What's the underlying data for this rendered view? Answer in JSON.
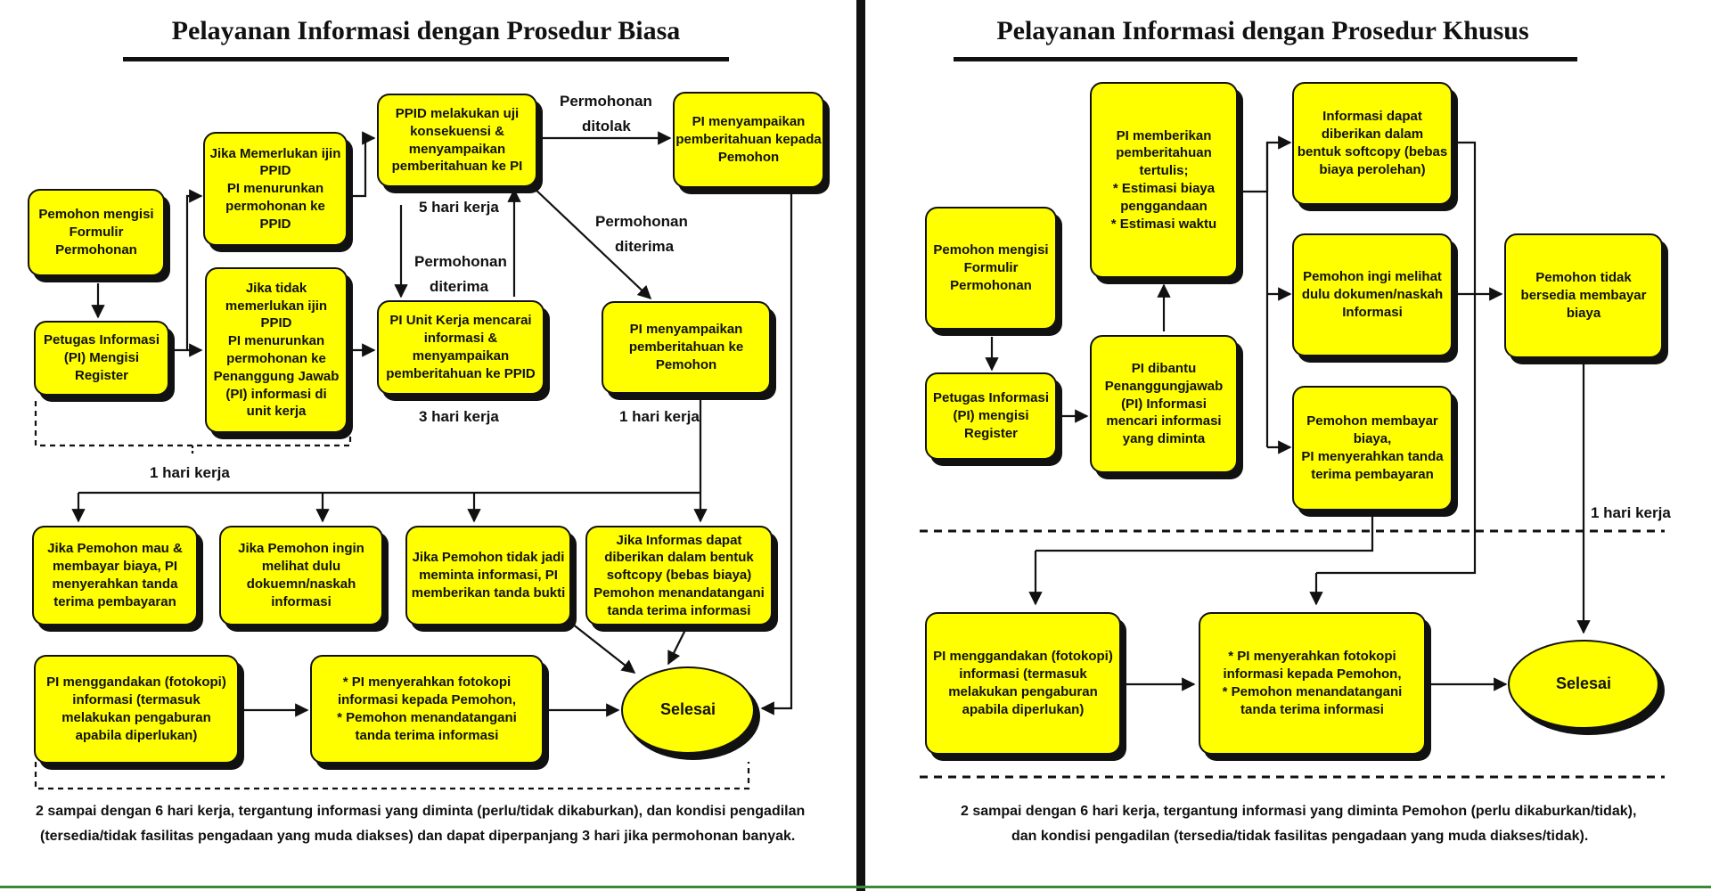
{
  "left": {
    "title": "Pelayanan Informasi dengan Prosedur  Biasa",
    "boxes": {
      "mengisi_formulir": [
        "Pemohon mengisi",
        "Formulir",
        "Permohonan"
      ],
      "petugas_register": [
        "Petugas Informasi",
        "(PI) Mengisi",
        "Register"
      ],
      "jika_memerlukan_ijin": [
        "Jika Memerlukan ijin",
        "PPID",
        "PI menurunkan",
        "permohonan ke",
        "PPID"
      ],
      "jika_tidak_memerlukan": [
        "Jika tidak",
        "memerlukan ijin",
        "PPID",
        "PI menurunkan",
        "permohonan ke",
        "Penanggung Jawab",
        "(PI) informasi di",
        "unit kerja"
      ],
      "ppid_uji": [
        "PPID melakukan uji",
        "konsekuensi &",
        "menyampaikan",
        "pemberitahuan ke PI"
      ],
      "unit_kerja": [
        "PI Unit Kerja mencarai",
        "informasi &",
        "menyampaikan",
        "pemberitahuan ke PPID"
      ],
      "pemberitahuan_pemohon": [
        "PI menyampaikan",
        "pemberitahuan kepada",
        "Pemohon"
      ],
      "pemberitahuan_ke_pemohon": [
        "PI menyampaikan",
        "pemberitahuan ke",
        "Pemohon"
      ],
      "mau_membayar": [
        "Jika Pemohon mau &",
        "membayar biaya, PI",
        "menyerahkan tanda",
        "terima pembayaran"
      ],
      "ingin_melihat": [
        "Jika Pemohon ingin",
        "melihat dulu",
        "dokuemn/naskah",
        "informasi"
      ],
      "tidak_jadi": [
        "Jika Pemohon tidak jadi",
        "meminta informasi, PI",
        "memberikan tanda bukti"
      ],
      "softcopy": [
        "Jika Informas dapat",
        "diberikan dalam bentuk",
        "softcopy (bebas biaya)",
        "Pemohon menandatangani",
        "tanda terima informasi"
      ],
      "menggandakan": [
        "PI menggandakan (fotokopi)",
        "informasi (termasuk",
        "melakukan pengaburan",
        "apabila diperlukan)"
      ],
      "menyerahkan": [
        "* PI menyerahkan fotokopi",
        "informasi kepada Pemohon,",
        "* Pemohon menandatangani",
        "tanda terima informasi"
      ],
      "selesai": [
        "Selesai"
      ]
    },
    "labels": {
      "ditolak_1": "Permohonan",
      "ditolak_2": "ditolak",
      "diterima_a_1": "Permohonan",
      "diterima_a_2": "diterima",
      "diterima_b_1": "Permohonan",
      "diterima_b_2": "diterima",
      "hari_5": "5 hari kerja",
      "hari_3": "3 hari kerja",
      "hari_1a": "1 hari kerja",
      "hari_1b": "1 hari kerja"
    },
    "footer": [
      "2 sampai dengan 6 hari kerja, tergantung informasi yang diminta (perlu/tidak dikaburkan), dan kondisi pengadilan",
      "(tersedia/tidak fasilitas pengadaan yang muda diakses) dan dapat diperpanjang 3 hari jika permohonan banyak."
    ]
  },
  "right": {
    "title": "Pelayanan Informasi dengan Prosedur  Khusus",
    "boxes": {
      "mengisi_formulir": [
        "Pemohon mengisi",
        "Formulir",
        "Permohonan"
      ],
      "petugas_register": [
        "Petugas Informasi",
        "(PI) mengisi",
        "Register"
      ],
      "dibantu_pj": [
        "PI dibantu",
        "Penanggungjawab",
        "(PI) Informasi",
        "mencari informasi",
        "yang diminta"
      ],
      "pemberitahuan_tertulis": [
        "PI memberikan",
        "pemberitahuan",
        "tertulis;",
        "* Estimasi biaya",
        "penggandaan",
        "* Estimasi waktu"
      ],
      "softcopy": [
        "Informasi dapat",
        "diberikan dalam",
        "bentuk softcopy (bebas",
        "biaya perolehan)"
      ],
      "ingin_melihat": [
        "Pemohon ingi melihat",
        "dulu dokumen/naskah",
        "Informasi"
      ],
      "membayar": [
        "Pemohon membayar",
        "biaya,",
        "PI menyerahkan tanda",
        "terima pembayaran"
      ],
      "tidak_bersedia": [
        "Pemohon tidak",
        "bersedia membayar",
        "biaya"
      ],
      "menggandakan": [
        "PI menggandakan (fotokopi)",
        "informasi (termasuk",
        "melakukan pengaburan",
        "apabila diperlukan)"
      ],
      "menyerahkan": [
        "* PI menyerahkan fotokopi",
        "informasi kepada Pemohon,",
        "* Pemohon menandatangani",
        "tanda terima informasi"
      ],
      "selesai": [
        "Selesai"
      ]
    },
    "labels": {
      "hari_1": "1 hari kerja"
    },
    "footer": [
      "2 sampai dengan 6 hari kerja, tergantung informasi yang diminta Pemohon (perlu dikaburkan/tidak),",
      "dan kondisi pengadilan (tersedia/tidak fasilitas pengadaan yang muda diakses/tidak)."
    ]
  },
  "colors": {
    "box_fill": "#ffff00",
    "line": "#111111",
    "footer_rule": "#3a8a3a"
  }
}
